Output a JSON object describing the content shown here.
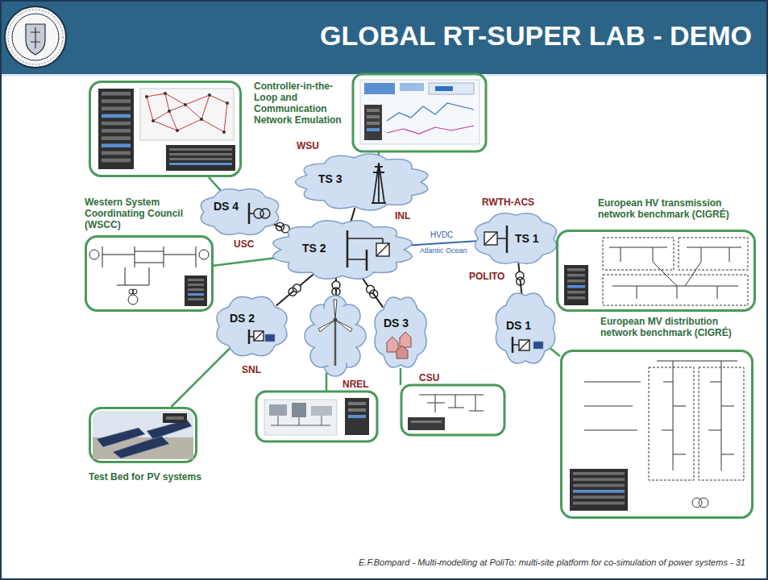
{
  "diagram": {
    "title": "GLOBAL RT-SUPER LAB - DEMO",
    "nodes": [
      {
        "text": [
          "Controller-in-the-Loop and Communication Network Emulation"
        ]
      },
      {
        "text": [
          "TS 3"
        ]
      },
      {
        "text": [
          "DS 4"
        ]
      },
      {
        "text": [
          "Western System Coordinating Council (WSCC)"
        ]
      },
      {
        "text": [
          "TS 2"
        ]
      },
      {
        "text": [
          "TS 1"
        ]
      },
      {
        "text": [
          "European HV transmission network benchmark (CIGRÉ)"
        ]
      },
      {
        "text": [
          "DS 2"
        ]
      },
      {
        "text": [
          "DS 3"
        ]
      },
      {
        "text": [
          "DS 1"
        ]
      },
      {
        "text": [
          "European MV distribution network benchmark (CIGRÉ)"
        ]
      },
      {
        "text": [
          "Test Bed for PV systems"
        ]
      }
    ],
    "edges": [
      {
        "from": 2,
        "to": 0,
        "arrow": "none"
      },
      {
        "from": 4,
        "to": 1,
        "arrow": "none"
      },
      {
        "from": 4,
        "to": 2,
        "arrow": "none"
      },
      {
        "from": 4,
        "to": 3,
        "arrow": "none"
      },
      {
        "from": 4,
        "to": 5,
        "label": "HVDC",
        "arrow": "none"
      },
      {
        "from": 5,
        "to": 6,
        "arrow": "none"
      },
      {
        "from": 4,
        "to": 7,
        "arrow": "none"
      },
      {
        "from": 4,
        "to": 8,
        "arrow": "none"
      },
      {
        "from": 5,
        "to": 9,
        "arrow": "none"
      },
      {
        "from": 9,
        "to": 10,
        "arrow": "none"
      },
      {
        "from": 7,
        "to": 11,
        "arrow": "none"
      }
    ],
    "labels": [
      "WSU",
      "USC",
      "INL",
      "Atlantic Ocean",
      "RWTH-ACS",
      "POLITO",
      "SNL",
      "NREL",
      "CSU",
      "E.F.Bompard - Multi-modelling at PoliTo: multi-site platform for co-simulation of power systems - 31"
    ]
  }
}
